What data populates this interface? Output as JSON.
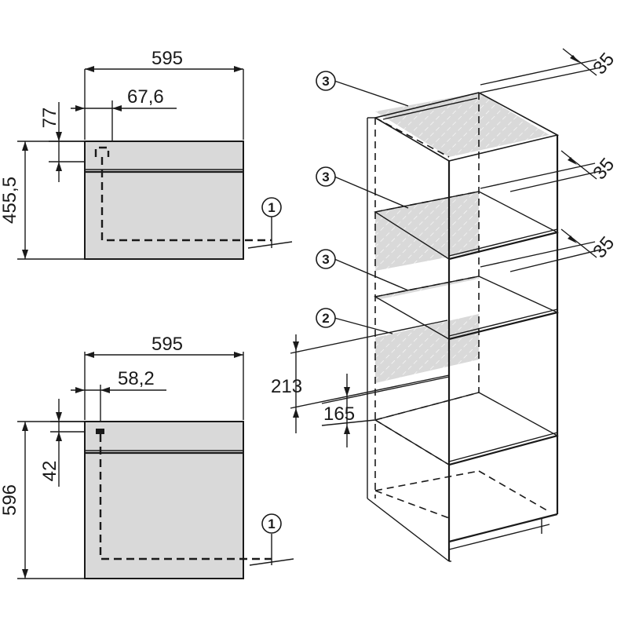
{
  "top_unit": {
    "width": "595",
    "offset_x": "67,6",
    "offset_y": "77",
    "height": "455,5",
    "callout": "1"
  },
  "bottom_unit": {
    "width": "595",
    "offset_x": "58,2",
    "offset_y": "42",
    "height": "596",
    "callout": "1"
  },
  "cabinet": {
    "vent_gap_top": "35",
    "vent_gap_middle": "35",
    "vent_gap_lower": "35",
    "dim_213": "213",
    "dim_165": "165",
    "callout_vent_top": "3",
    "callout_vent_middle": "3",
    "callout_vent_lower": "3",
    "callout_opening": "2"
  },
  "colors": {
    "appliance_fill": "#d9d9d9",
    "line": "#1a1a1a",
    "background": "#ffffff"
  }
}
